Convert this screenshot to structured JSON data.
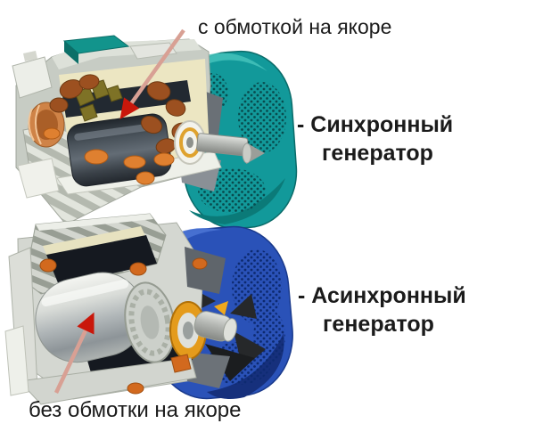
{
  "captions": {
    "top": "с обмоткой на якоре",
    "bottom": "без обмотки на якоре"
  },
  "annotations": {
    "synchronous": {
      "line1": "- Синхронный",
      "line2": "генератор"
    },
    "asynchronous": {
      "line1": "- Асинхронный",
      "line2": "генератор"
    }
  },
  "figures": {
    "top": "synchronous-generator-cutaway",
    "bottom": "asynchronous-generator-cutaway"
  },
  "colors": {
    "text": "#1b1b1b",
    "arrow_red": "#c9170b",
    "arrow_shaft": "#d8a094",
    "teal_cover": "#12999a",
    "blue_cover": "#2a52b8"
  }
}
